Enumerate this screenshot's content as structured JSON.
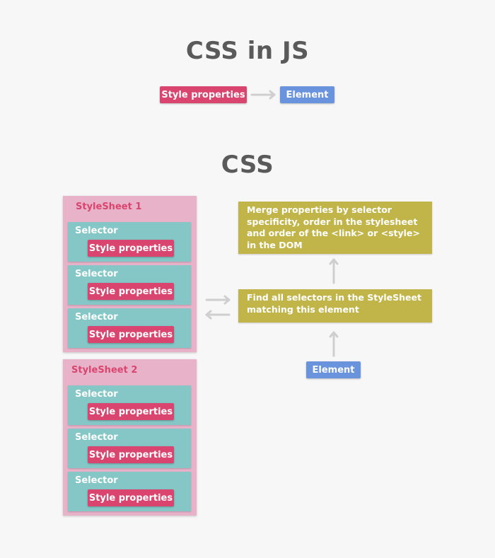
{
  "top": {
    "title": "CSS in JS",
    "style_label": "Style properties",
    "element_label": "Element"
  },
  "css": {
    "title": "CSS",
    "stylesheets": [
      {
        "title": "StyleSheet 1",
        "selectors": [
          {
            "label": "Selector",
            "properties": "Style properties"
          },
          {
            "label": "Selector",
            "properties": "Style properties"
          },
          {
            "label": "Selector",
            "properties": "Style properties"
          }
        ]
      },
      {
        "title": "StyleSheet 2",
        "selectors": [
          {
            "label": "Selector",
            "properties": "Style properties"
          },
          {
            "label": "Selector",
            "properties": "Style properties"
          },
          {
            "label": "Selector",
            "properties": "Style properties"
          }
        ]
      }
    ],
    "merge_text": "Merge properties by selector specificity, order in the stylesheet and order of the <link> or <style> in the DOM",
    "find_text": "Find all selectors in the StyleSheet matching this element",
    "element_label": "Element"
  },
  "colors": {
    "style_pink": "#d9456f",
    "element_blue": "#6a93dd",
    "stylesheet_bg": "#e8b3c9",
    "selector_teal": "#85c6c6",
    "step_olive": "#c1b54a",
    "arrow_gray": "#cfcfcf"
  }
}
